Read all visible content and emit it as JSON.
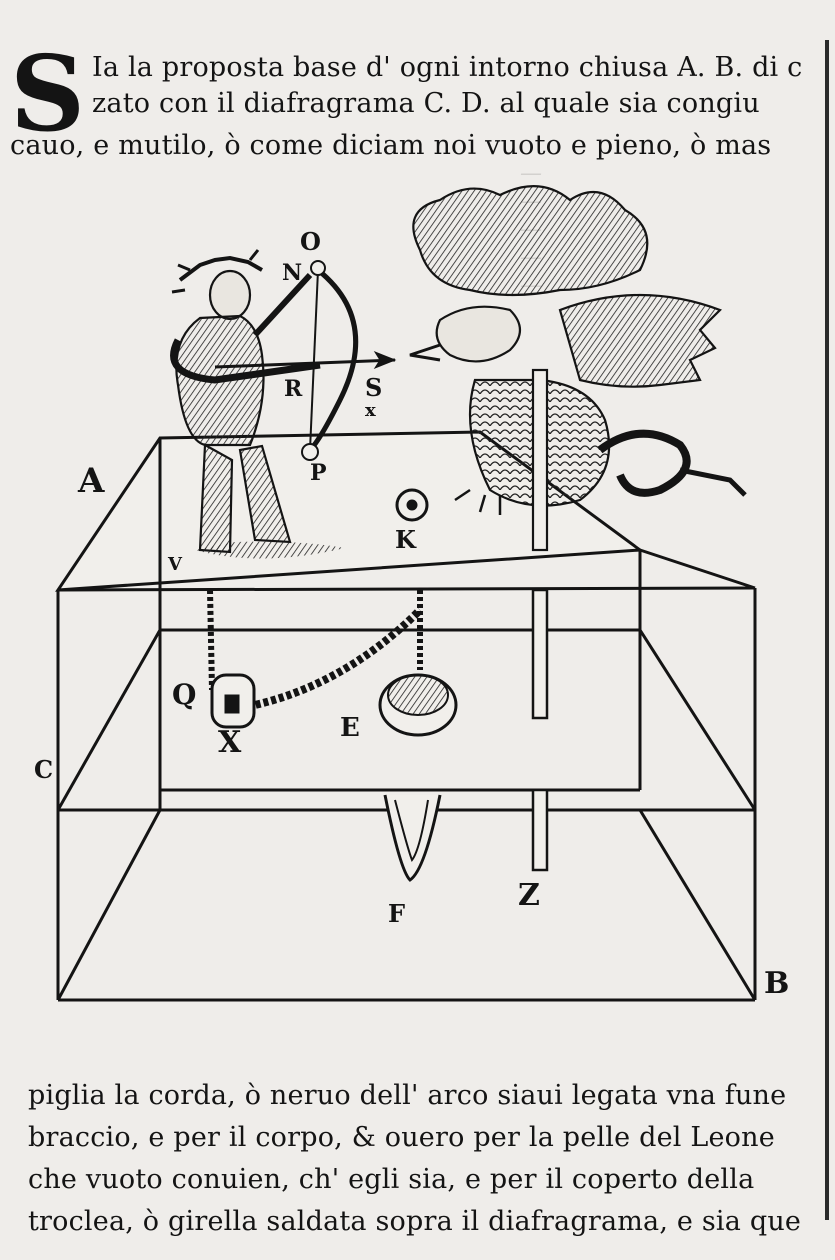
{
  "heading": {
    "initial": "S",
    "lines": [
      "Ia la proposta base d' ogni intorno chiusa A. B. di c",
      "zato con il diafragrama C. D. al quale sia congiu",
      "cauo, e mutilo, ò come diciam noi vuoto e pieno, ò mas"
    ]
  },
  "figure": {
    "labels": {
      "O": "O",
      "N": "N",
      "R": "R",
      "S": "S",
      "X_small": "x",
      "P": "P",
      "A": "A",
      "K": "K",
      "V": "V",
      "Q": "Q",
      "X": "X",
      "E": "E",
      "C": "C",
      "F": "F",
      "Z": "Z",
      "B": "B"
    }
  },
  "footer": {
    "lines": [
      "piglia la corda, ò neruo dell' arco siaui legata vna fune",
      "braccio, e per il corpo, & ouero per la pelle del Leone",
      "che vuoto conuien, ch' egli sia, e per il coperto della",
      "troclea, ò girella saldata sopra il diafragrama, e sia que"
    ]
  }
}
